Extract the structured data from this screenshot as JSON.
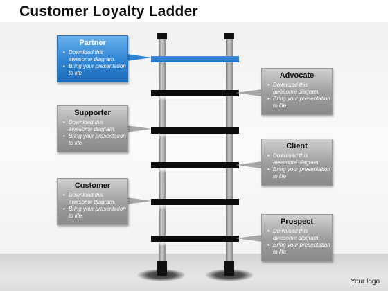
{
  "title": "Customer Loyalty Ladder",
  "logo": "Your logo",
  "colors": {
    "accent": "#2f84d3",
    "box_gray": "#9c9c9c",
    "rung": "#0c0c0c"
  },
  "stages": [
    {
      "id": "partner",
      "title": "Partner",
      "side": "left",
      "highlight": true,
      "bullets": [
        "Download this awesome diagram.",
        "Bring your presentation to life"
      ]
    },
    {
      "id": "advocate",
      "title": "Advocate",
      "side": "right",
      "highlight": false,
      "bullets": [
        "Download this awesome diagram.",
        "Bring your presentation to life"
      ]
    },
    {
      "id": "supporter",
      "title": "Supporter",
      "side": "left",
      "highlight": false,
      "bullets": [
        "Download this awesome diagram.",
        "Bring your presentation to life"
      ]
    },
    {
      "id": "client",
      "title": "Client",
      "side": "right",
      "highlight": false,
      "bullets": [
        "Download this awesome diagram.",
        "Bring your presentation to life"
      ]
    },
    {
      "id": "customer",
      "title": "Customer",
      "side": "left",
      "highlight": false,
      "bullets": [
        "Download this awesome diagram.",
        "Bring your presentation to life"
      ]
    },
    {
      "id": "prospect",
      "title": "Prospect",
      "side": "right",
      "highlight": false,
      "bullets": [
        "Download this awesome diagram.",
        "Bring your presentation to life"
      ]
    }
  ]
}
